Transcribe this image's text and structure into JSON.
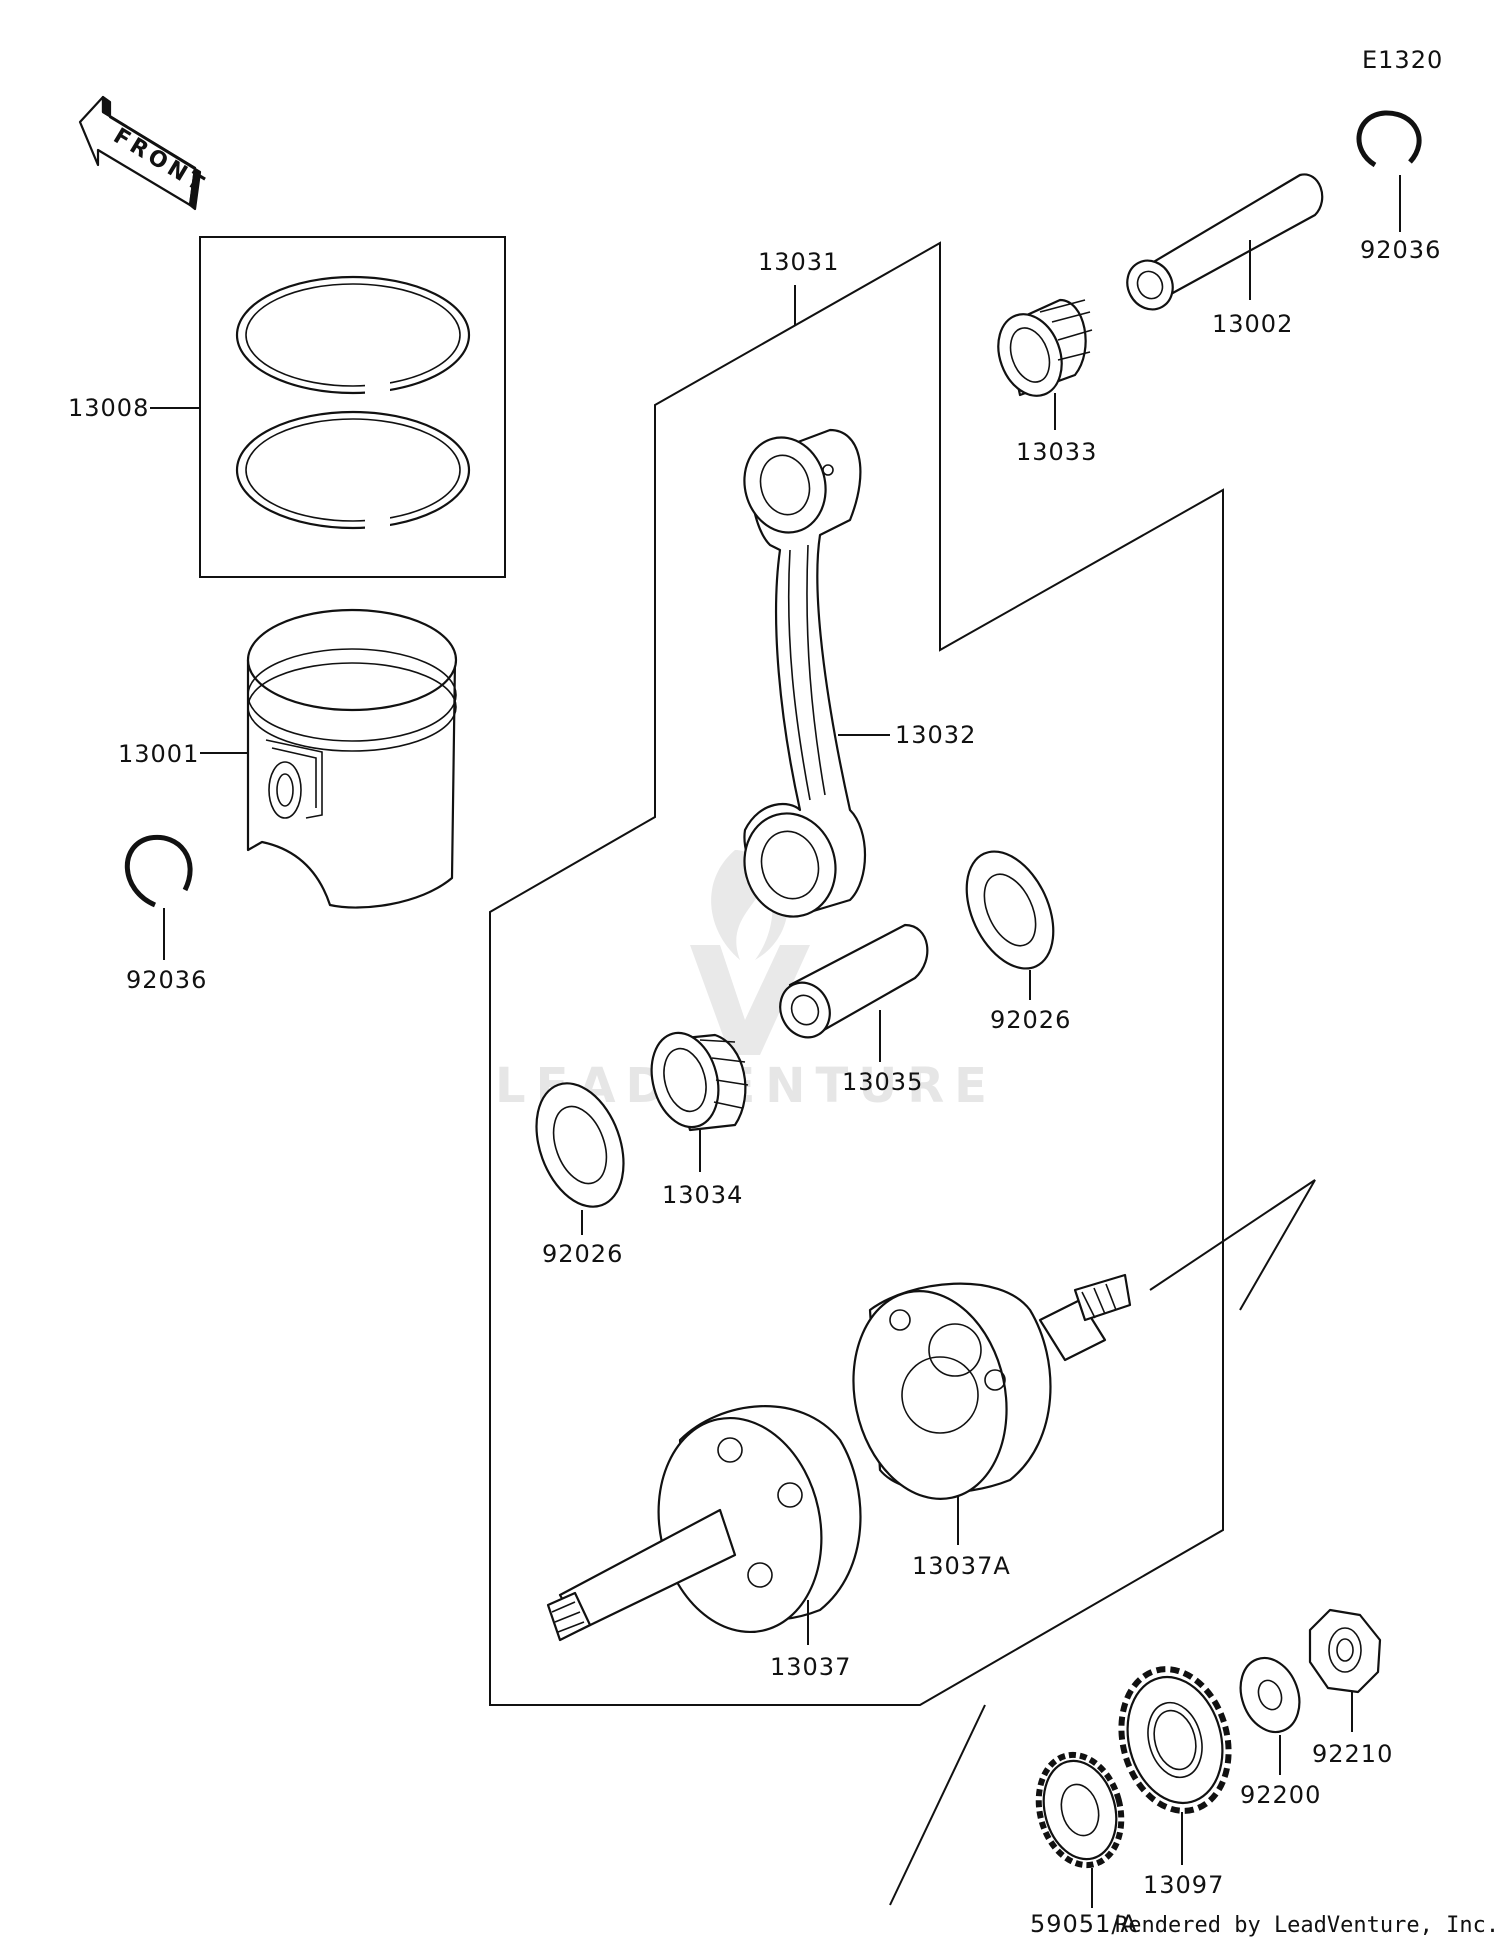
{
  "diagram_code": "E1320",
  "front_arrow_label": "FRONT",
  "watermark_text": "LEADVENTURE",
  "footer_credit": "Rendered by LeadVenture, Inc.",
  "part_labels": {
    "circlip_top_right": "92036",
    "piston_pin": "13002",
    "needle_bearing_small_end": "13033",
    "connecting_rod_assy": "13031",
    "piston_rings": "13008",
    "connecting_rod": "13032",
    "piston": "13001",
    "circlip_left": "92036",
    "washer_right": "92026",
    "crank_pin": "13035",
    "needle_bearing_big_end": "13034",
    "washer_left": "92026",
    "crank_half_right": "13037A",
    "crank_half_left": "13037",
    "nut": "92210",
    "washer_gear": "92200",
    "gear_large": "13097",
    "gear_small": "59051/A"
  },
  "colors": {
    "line": "#111111",
    "background": "#ffffff",
    "watermark": "#e6e6e6"
  }
}
